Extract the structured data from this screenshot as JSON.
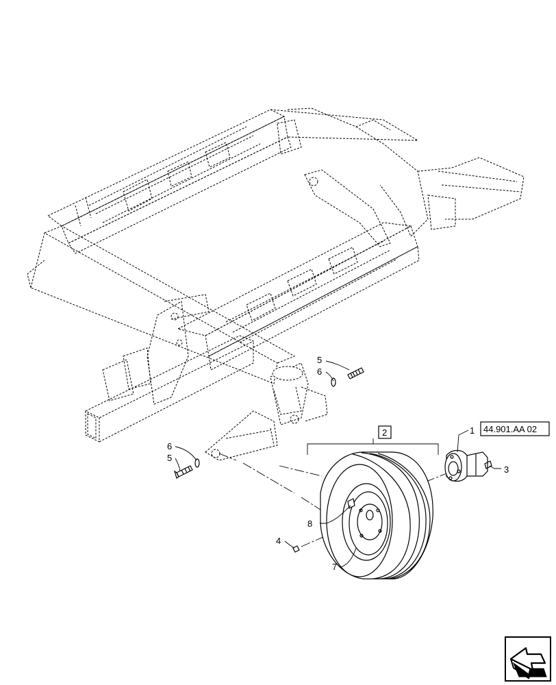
{
  "callouts": {
    "c1": "1",
    "c2": "2",
    "c3": "3",
    "c4": "4",
    "c5a": "5",
    "c5b": "5",
    "c6a": "6",
    "c6b": "6",
    "c7": "7",
    "c8": "8"
  },
  "reference": {
    "label": "44.901.AA 02"
  },
  "icons": {
    "navigation": "next-page-arrow-icon"
  }
}
